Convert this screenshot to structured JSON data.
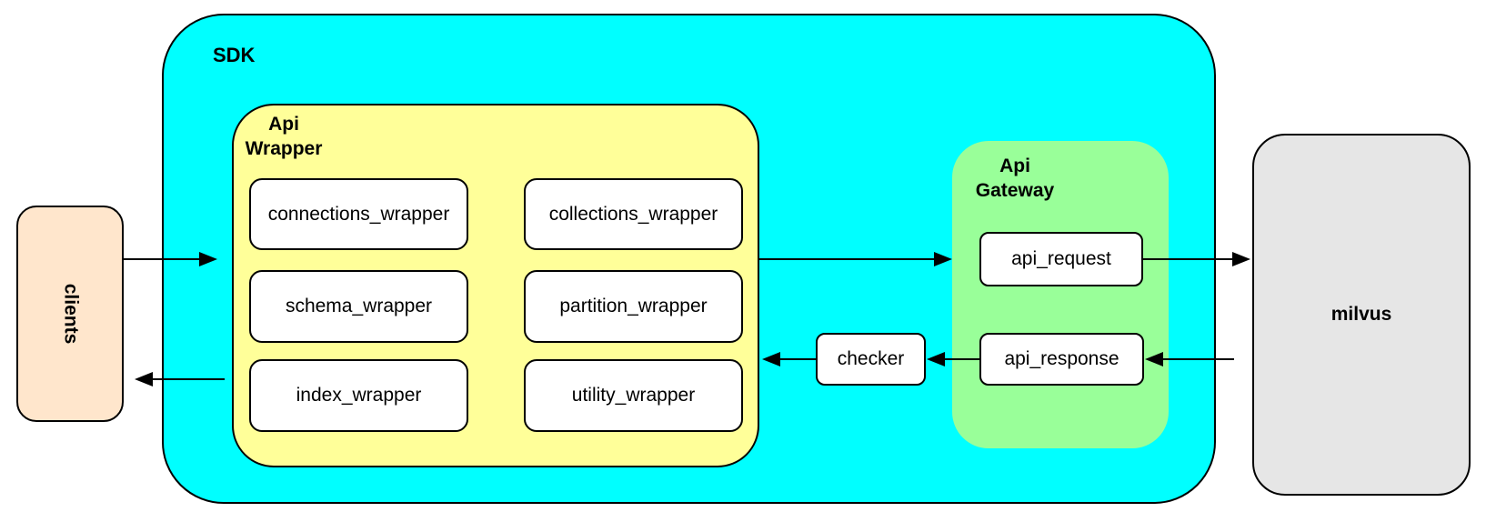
{
  "colors": {
    "page_bg": "#ffffff",
    "sdk_fill": "#00ffff",
    "api_wrapper_fill": "#ffff99",
    "api_gateway_fill": "#99ff99",
    "clients_fill": "#ffe6cc",
    "milvus_fill": "#e6e6e6",
    "box_fill": "#ffffff",
    "line": "#000000"
  },
  "nodes": {
    "clients": {
      "label": "clients"
    },
    "sdk": {
      "label": "SDK"
    },
    "api_wrapper": {
      "label": "Api Wrapper",
      "children": [
        {
          "label": "connections_wrapper"
        },
        {
          "label": "collections_wrapper"
        },
        {
          "label": "schema_wrapper"
        },
        {
          "label": "partition_wrapper"
        },
        {
          "label": "index_wrapper"
        },
        {
          "label": "utility_wrapper"
        }
      ]
    },
    "checker": {
      "label": "checker"
    },
    "api_gateway": {
      "label": "Api Gateway",
      "children": [
        {
          "label": "api_request"
        },
        {
          "label": "api_response"
        }
      ]
    },
    "milvus": {
      "label": "milvus"
    }
  },
  "edges": [
    {
      "from": "clients",
      "to": "SDK",
      "direction": "right"
    },
    {
      "from": "SDK",
      "to": "clients",
      "direction": "left"
    },
    {
      "from": "Api Wrapper",
      "to": "api_request",
      "direction": "right"
    },
    {
      "from": "api_request",
      "to": "milvus",
      "direction": "right"
    },
    {
      "from": "milvus",
      "to": "api_response",
      "direction": "left"
    },
    {
      "from": "api_response",
      "to": "checker",
      "direction": "left"
    },
    {
      "from": "checker",
      "to": "Api Wrapper",
      "direction": "left"
    }
  ]
}
